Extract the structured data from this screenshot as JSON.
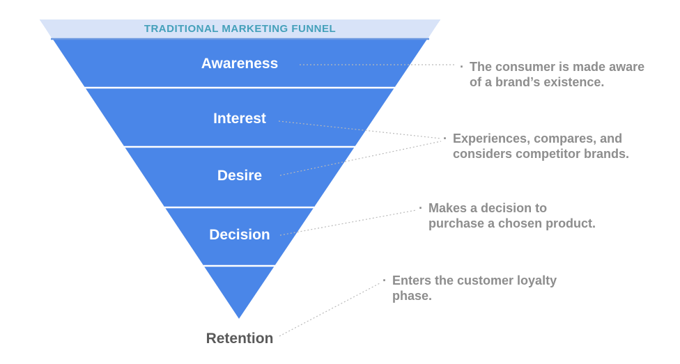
{
  "title": "TRADITIONAL MARKETING FUNNEL",
  "funnel": {
    "stages": [
      {
        "label": "Awareness"
      },
      {
        "label": "Interest"
      },
      {
        "label": "Desire"
      },
      {
        "label": "Decision"
      },
      {
        "label": "Retention"
      }
    ]
  },
  "annotations": [
    {
      "bullet": "·",
      "for": "Awareness",
      "lines": [
        "The consumer is made aware",
        "of a brand’s existence."
      ]
    },
    {
      "bullet": "·",
      "for": "Interest / Desire",
      "lines": [
        "Experiences, compares, and",
        "considers competitor brands."
      ]
    },
    {
      "bullet": "·",
      "for": "Decision",
      "lines": [
        "Makes a decision to",
        "purchase a chosen product."
      ]
    },
    {
      "bullet": "·",
      "for": "Retention",
      "lines": [
        "Enters the customer loyalty",
        "phase."
      ]
    }
  ],
  "colors": {
    "funnel_blue": "#4a86e8",
    "header_band": "#d8e3f8",
    "header_band_border": "#6a97e0",
    "header_text": "#44a0ba",
    "stage_label": "#ffffff",
    "annotation_text": "#8d8d8d",
    "retention_text": "#595959",
    "connector": "#b9b9b9",
    "divider": "#ffffff"
  }
}
